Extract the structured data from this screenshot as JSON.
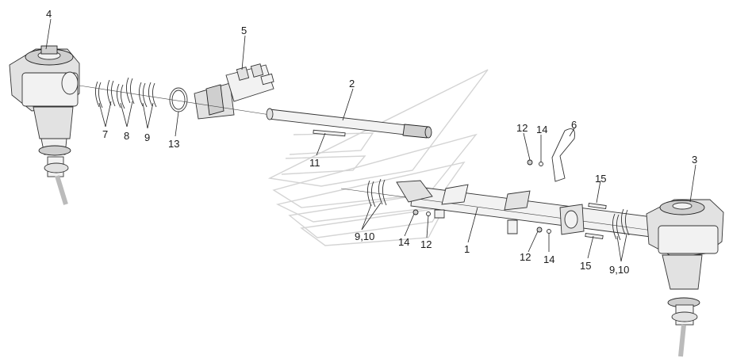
{
  "diagram": {
    "callouts": {
      "c4": "4",
      "c5": "5",
      "c2": "2",
      "c7": "7",
      "c8": "8",
      "c9a": "9",
      "c13": "13",
      "c11": "11",
      "c12a": "12",
      "c14a": "14",
      "c6": "6",
      "c3": "3",
      "c15a": "15",
      "c910a": "9,10",
      "c14b": "14",
      "c12b": "12",
      "c1": "1",
      "c12c": "12",
      "c14c": "14",
      "c15b": "15",
      "c910b": "9,10"
    }
  }
}
